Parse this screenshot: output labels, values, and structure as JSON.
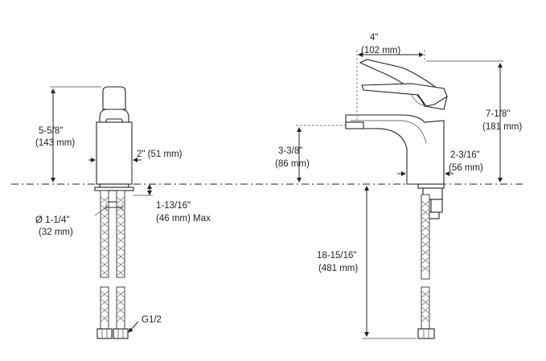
{
  "front_view": {
    "height_dim": {
      "line1": "5-5/8\"",
      "line2": "(143 mm)"
    },
    "width_dim": {
      "text": "2\" (51 mm)"
    },
    "deck_dim": {
      "line1": "1-13/16\"",
      "line2": "(46 mm) Max"
    },
    "hole_dim": {
      "line1": "Ø 1-1/4\"",
      "line2": "(32 mm)"
    },
    "thread_label": {
      "text": "G1/2"
    }
  },
  "side_view": {
    "reach_dim": {
      "line1": "4\"",
      "line2": "(102 mm)"
    },
    "overall_height_dim": {
      "line1": "7-1/8\"",
      "line2": "(181 mm)"
    },
    "spout_height_dim": {
      "line1": "3-3/8\"",
      "line2": "(86 mm)"
    },
    "base_dim": {
      "line1": "2-3/16\"",
      "line2": "(56 mm)"
    },
    "hose_length_dim": {
      "line1": "18-15/16\"",
      "line2": "(481 mm)"
    }
  }
}
